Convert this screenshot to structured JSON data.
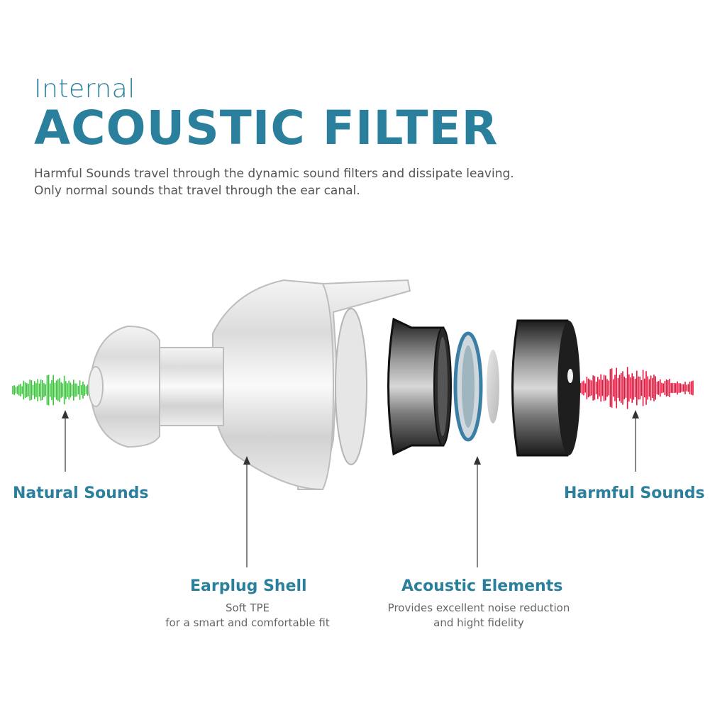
{
  "header": {
    "kicker": "Internal",
    "title": "ACOUSTIC FILTER",
    "description_lines": [
      "Harmful Sounds travel through the dynamic sound filters and dissipate leaving.",
      "Only normal sounds that travel through the ear canal."
    ]
  },
  "labels": {
    "natural": {
      "title": "Natural Sounds"
    },
    "harmful": {
      "title": "Harmful Sounds"
    },
    "shell": {
      "title": "Earplug Shell",
      "lines": [
        "Soft TPE",
        "for a smart and comfortable fit"
      ]
    },
    "elements": {
      "title": "Acoustic Elements",
      "lines": [
        "Provides excellent noise reduction",
        "and hight fidelity"
      ]
    }
  },
  "colors": {
    "accent": "#2a7f9c",
    "natural_wave": "#3cc43c",
    "harmful_wave": "#e8143c"
  }
}
